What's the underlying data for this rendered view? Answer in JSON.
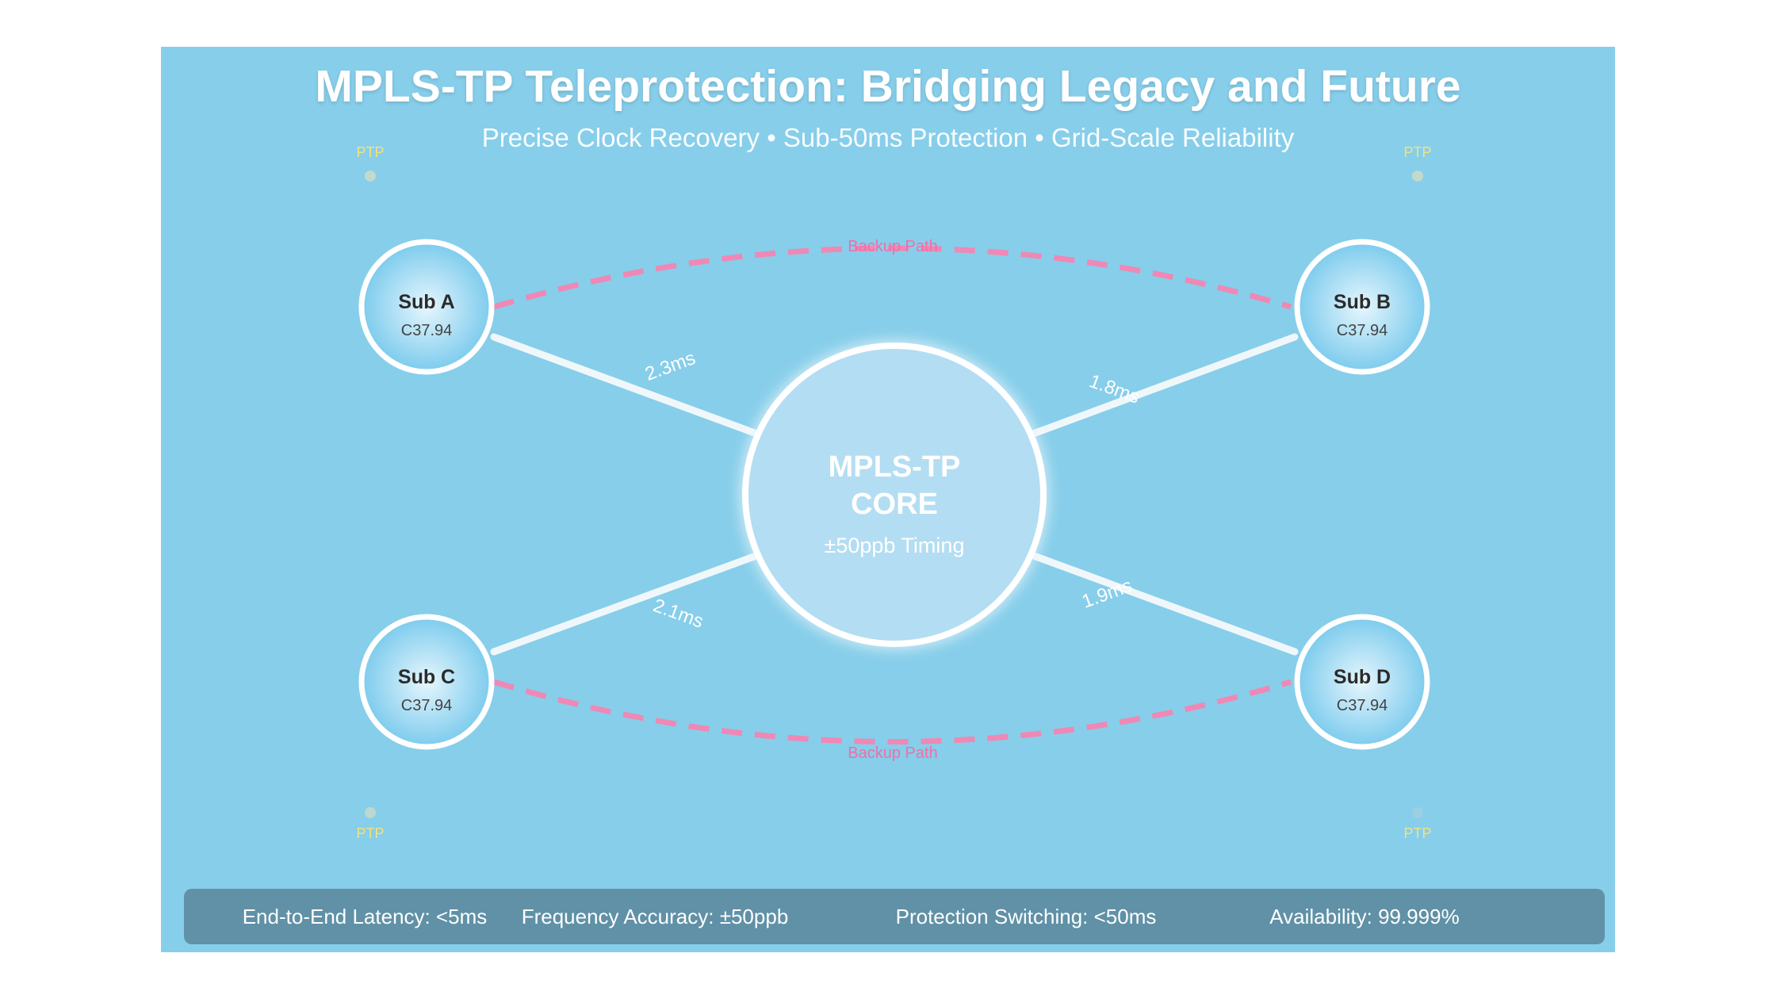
{
  "header": {
    "title": "MPLS-TP Teleprotection: Bridging Legacy and Future",
    "subtitle": "Precise Clock Recovery • Sub-50ms Protection • Grid-Scale Reliability"
  },
  "core": {
    "line1": "MPLS-TP",
    "line2": "CORE",
    "timing": "±50ppb Timing"
  },
  "substations": [
    {
      "name": "Sub A",
      "protocol": "C37.94"
    },
    {
      "name": "Sub B",
      "protocol": "C37.94"
    },
    {
      "name": "Sub C",
      "protocol": "C37.94"
    },
    {
      "name": "Sub D",
      "protocol": "C37.94"
    }
  ],
  "links": [
    {
      "from": "Sub A",
      "latency": "2.3ms"
    },
    {
      "from": "Sub B",
      "latency": "1.8ms"
    },
    {
      "from": "Sub C",
      "latency": "2.1ms"
    },
    {
      "from": "Sub D",
      "latency": "1.9ms"
    }
  ],
  "backup": {
    "top_label": "Backup Path",
    "bottom_label": "Backup Path"
  },
  "ptp": [
    {
      "label": "PTP"
    },
    {
      "label": "PTP"
    },
    {
      "label": "PTP"
    },
    {
      "label": "PTP"
    }
  ],
  "metrics": [
    {
      "text": "End-to-End Latency: <5ms"
    },
    {
      "text": "Frequency Accuracy: ±50ppb"
    },
    {
      "text": "Protection Switching: <50ms"
    },
    {
      "text": "Availability: 99.999%"
    }
  ],
  "colors": {
    "panel_background": "#87ceea",
    "link": "#f0f7fb",
    "backup_path": "#ef88b5",
    "ptp_label": "#f3e27e",
    "metrics_bar": "#6091a6"
  }
}
